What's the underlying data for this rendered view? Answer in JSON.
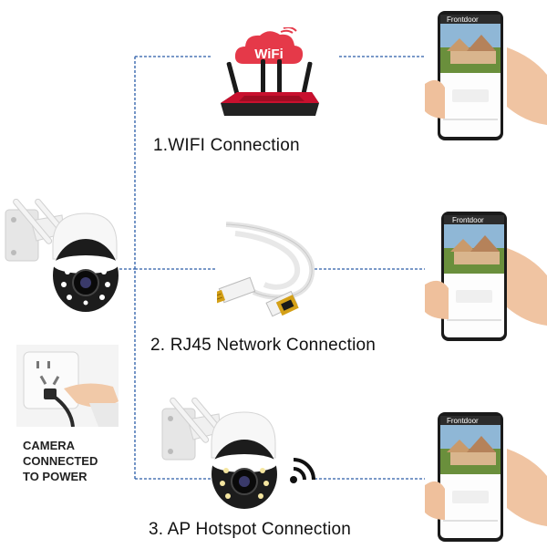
{
  "connections": [
    {
      "label": "1.WIFI Connection",
      "badge": "WiFi"
    },
    {
      "label": "2. RJ45 Network Connection"
    },
    {
      "label": "3. AP Hotspot Connection"
    }
  ],
  "power": {
    "lines": [
      "CAMERA",
      "CONNECTED",
      "TO POWER"
    ]
  },
  "phones": [
    {
      "title": "Frontdoor"
    },
    {
      "title": "Frontdoor"
    },
    {
      "title": "Frontdoor"
    }
  ],
  "colors": {
    "wifi_badge": "#e53949",
    "router_red": "#c8102e",
    "line_blue": "#2a5ca8",
    "ethernet_gold": "#d4a017"
  }
}
